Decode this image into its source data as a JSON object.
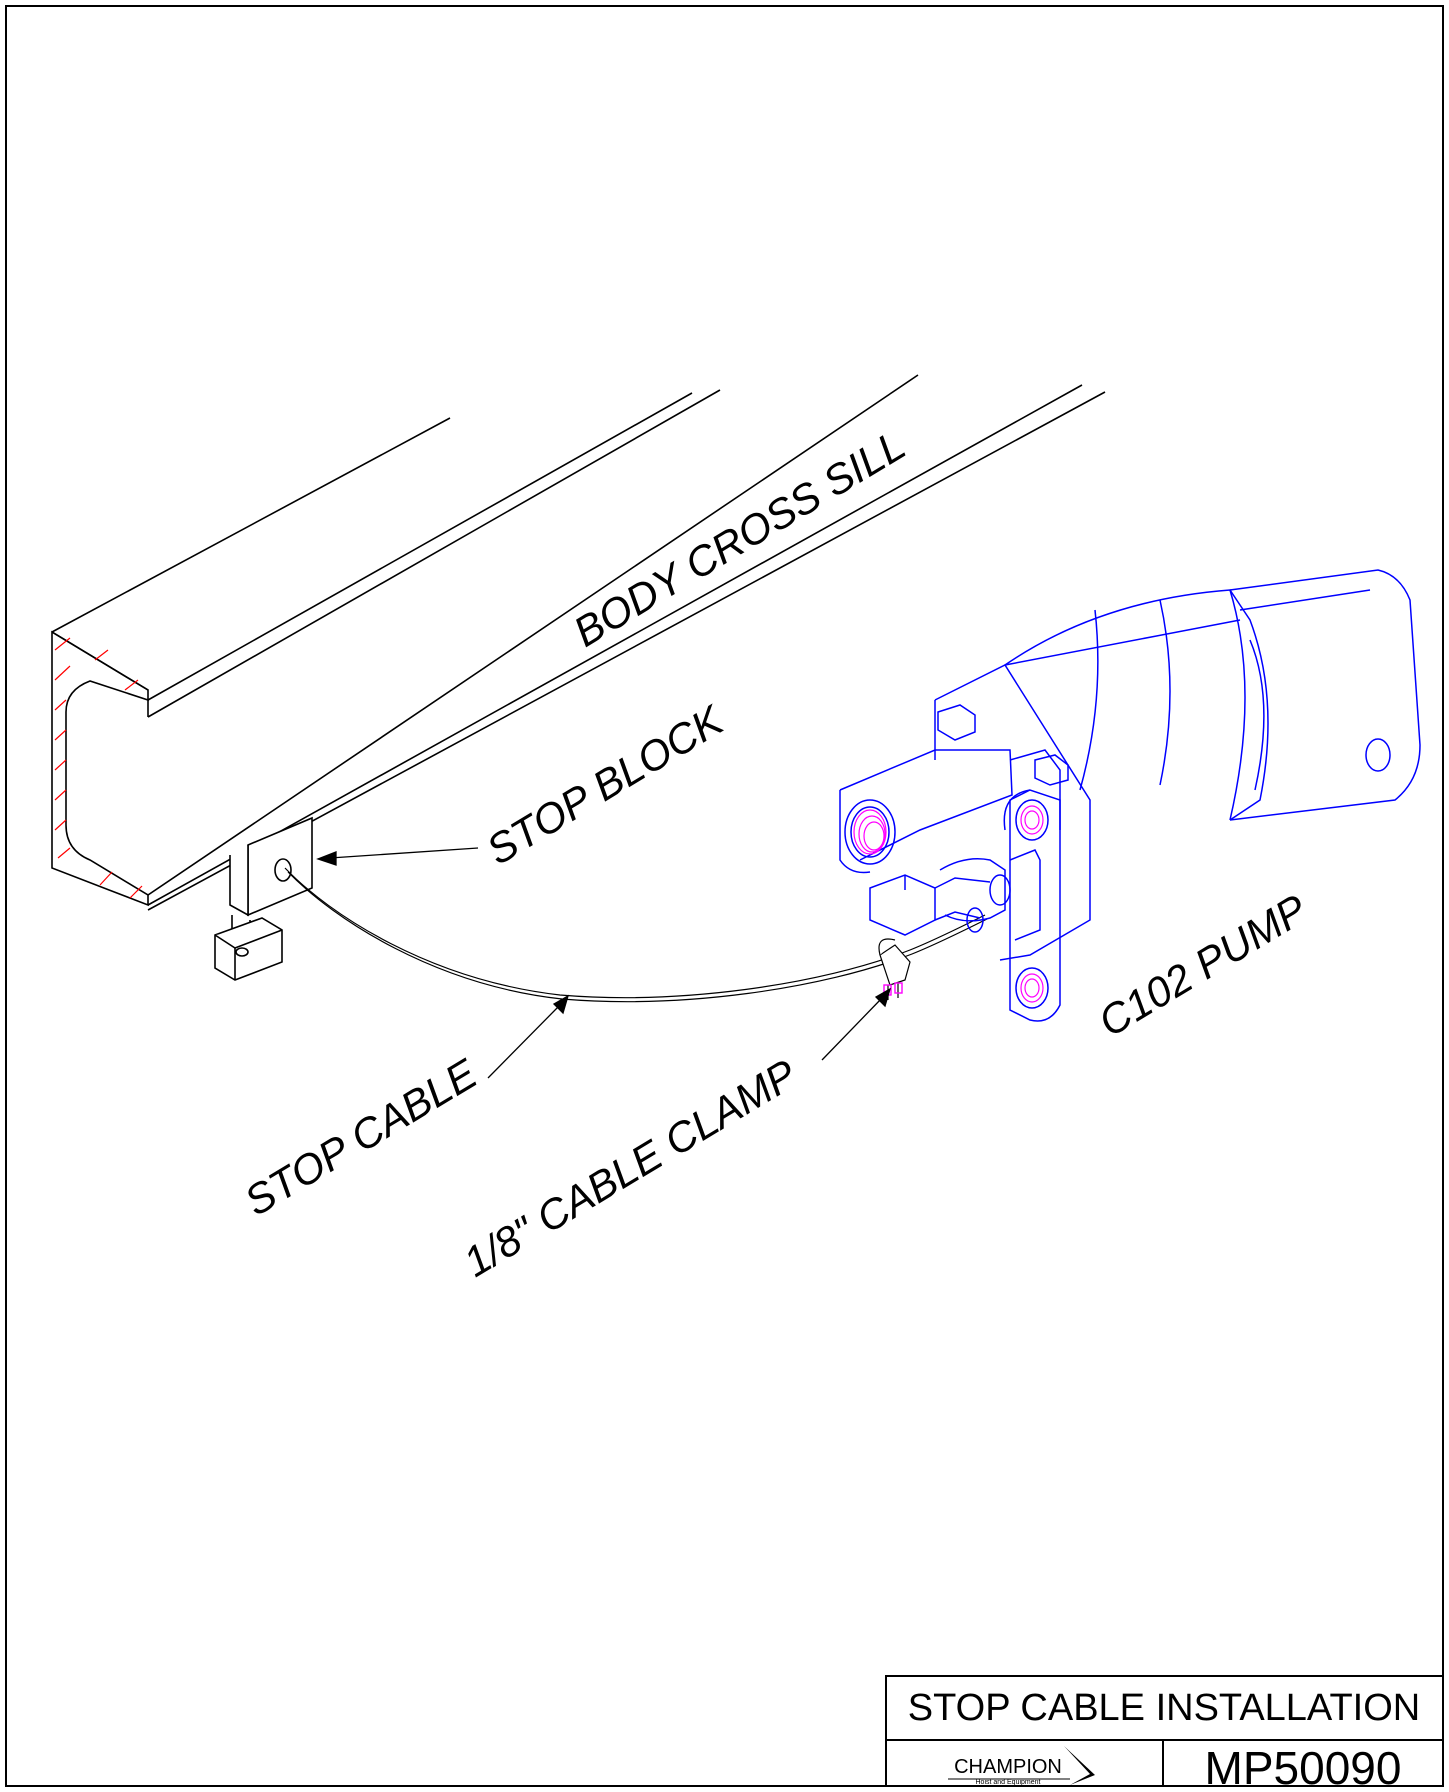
{
  "labels": {
    "body_cross_sill": "BODY CROSS SILL",
    "stop_block": "STOP BLOCK",
    "c102_pump": "C102 PUMP",
    "stop_cable": "STOP CABLE",
    "cable_clamp": "1/8\" CABLE CLAMP"
  },
  "title_block": {
    "title": "STOP CABLE INSTALLATION",
    "drawing_number": "MP50090",
    "logo": "CHAMPION",
    "logo_tagline": "Hoist and Equipment"
  },
  "colors": {
    "linework": "#000000",
    "pump_outline": "#0000ff",
    "port_threads": "#ff00ff",
    "section_hatch": "#ff0000"
  }
}
